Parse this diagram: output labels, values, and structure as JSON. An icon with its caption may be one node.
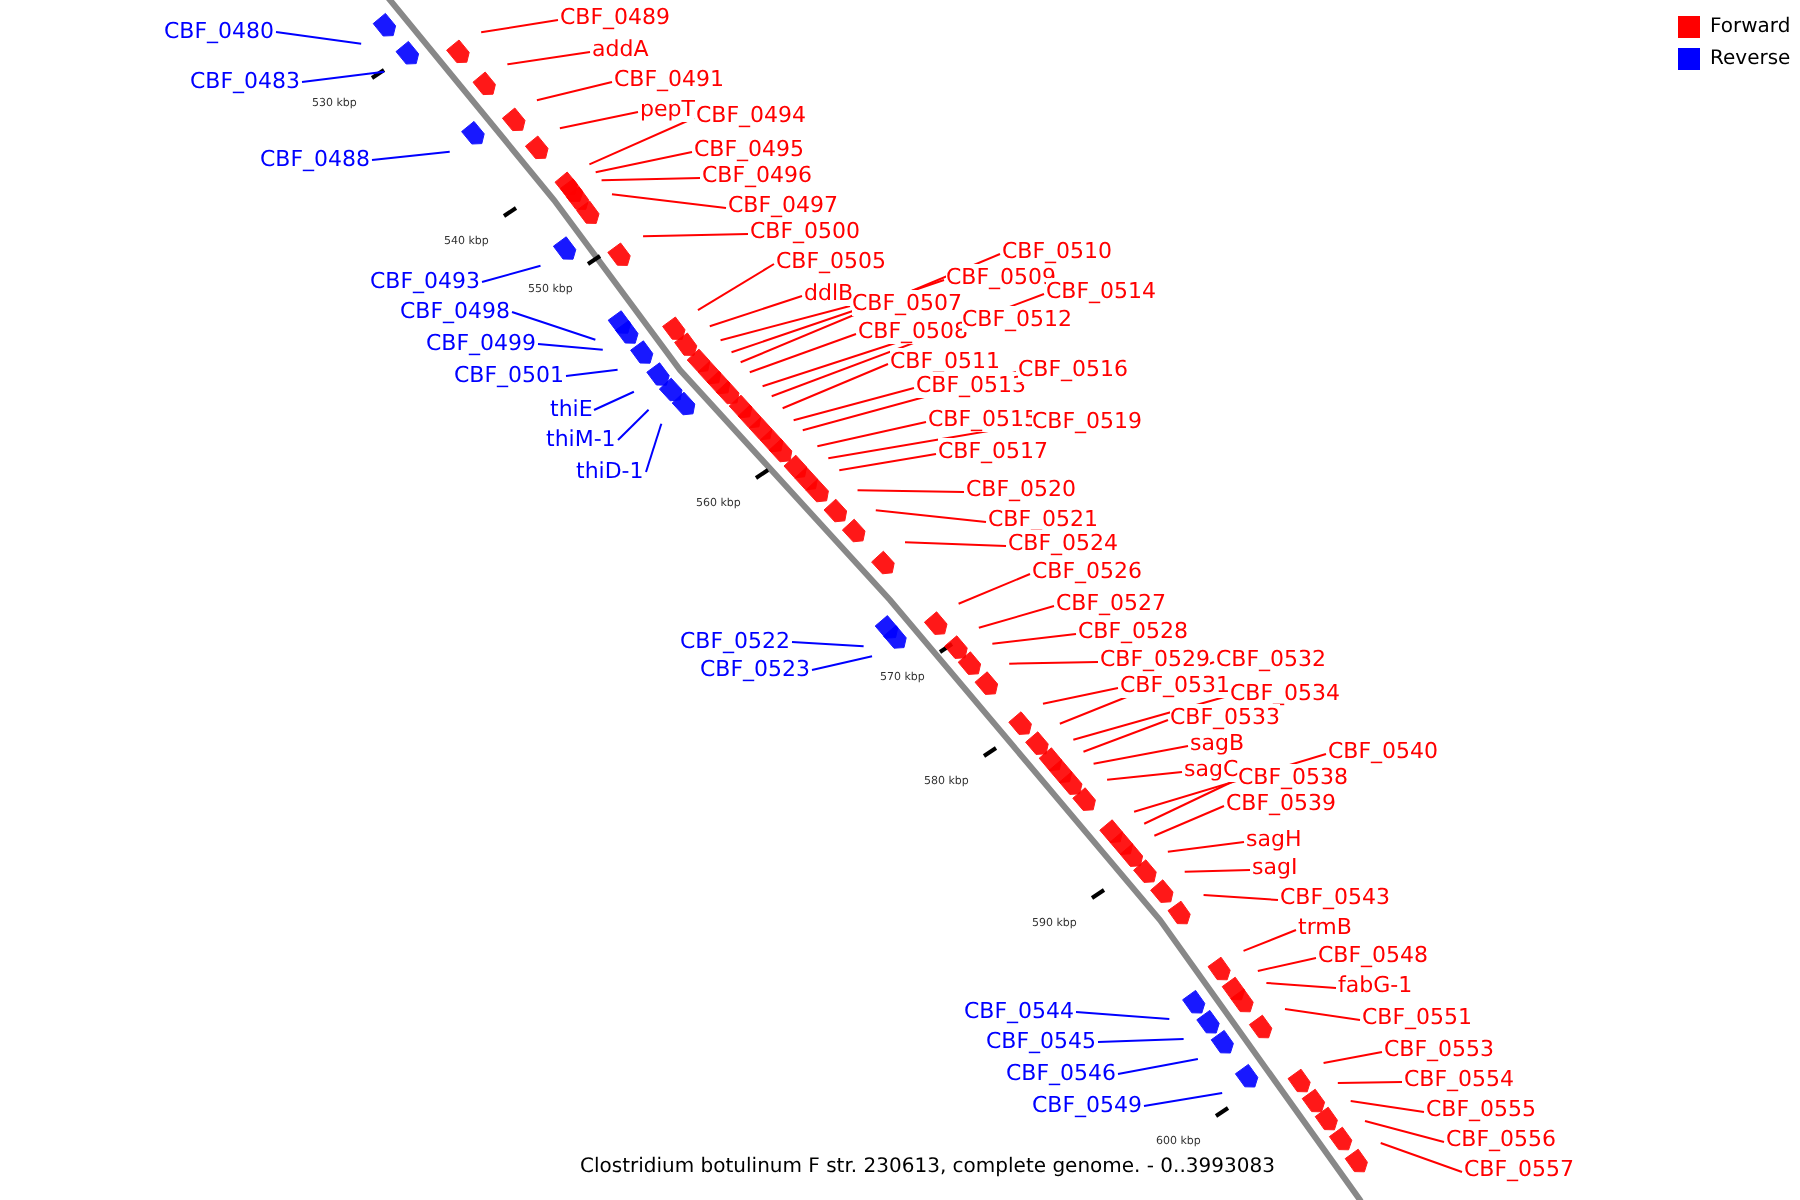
{
  "diagram": {
    "caption": "Clostridium botulinum F str. 230613, complete genome. - 0..3993083",
    "nodes": [
      {
        "text": [
          "CBF_0480"
        ]
      },
      {
        "text": [
          "CBF_0483"
        ]
      },
      {
        "text": [
          "CBF_0488"
        ]
      },
      {
        "text": [
          "CBF_0493"
        ]
      },
      {
        "text": [
          "CBF_0498"
        ]
      },
      {
        "text": [
          "CBF_0499"
        ]
      },
      {
        "text": [
          "CBF_0501"
        ]
      },
      {
        "text": [
          "thiE"
        ]
      },
      {
        "text": [
          "thiM-1"
        ]
      },
      {
        "text": [
          "thiD-1"
        ]
      },
      {
        "text": [
          "CBF_0489"
        ]
      },
      {
        "text": [
          "addA"
        ]
      },
      {
        "text": [
          "CBF_0491"
        ]
      },
      {
        "text": [
          "pepT"
        ]
      },
      {
        "text": [
          "CBF_0494"
        ]
      },
      {
        "text": [
          "CBF_0495"
        ]
      },
      {
        "text": [
          "CBF_0496"
        ]
      },
      {
        "text": [
          "CBF_0497"
        ]
      },
      {
        "text": [
          "CBF_0500"
        ]
      },
      {
        "text": [
          "CBF_0505"
        ]
      },
      {
        "text": [
          "ddlB"
        ]
      },
      {
        "text": [
          "CBF_0507"
        ]
      },
      {
        "text": [
          "CBF_0509"
        ]
      },
      {
        "text": [
          "CBF_0510"
        ]
      },
      {
        "text": [
          "CBF_0508"
        ]
      },
      {
        "text": [
          "CBF_0512"
        ]
      },
      {
        "text": [
          "CBF_0514"
        ]
      },
      {
        "text": [
          "CBF_0511"
        ]
      },
      {
        "text": [
          "CBF_0513"
        ]
      },
      {
        "text": [
          "CBF_0516"
        ]
      },
      {
        "text": [
          "CBF_0515"
        ]
      },
      {
        "text": [
          "CBF_0519"
        ]
      },
      {
        "text": [
          "CBF_0517"
        ]
      },
      {
        "text": [
          "CBF_0520"
        ]
      },
      {
        "text": [
          "CBF_0521"
        ]
      },
      {
        "text": [
          "CBF_0524"
        ]
      },
      {
        "text": [
          "CBF_0526"
        ]
      },
      {
        "text": [
          "CBF_0527"
        ]
      },
      {
        "text": [
          "CBF_0528"
        ]
      },
      {
        "text": [
          "CBF_0529"
        ]
      },
      {
        "text": [
          "CBF_0532"
        ]
      },
      {
        "text": [
          "CBF_0531"
        ]
      },
      {
        "text": [
          "CBF_0534"
        ]
      },
      {
        "text": [
          "CBF_0533"
        ]
      },
      {
        "text": [
          "sagB"
        ]
      },
      {
        "text": [
          "sagC"
        ]
      },
      {
        "text": [
          "CBF_0540"
        ]
      },
      {
        "text": [
          "CBF_0538"
        ]
      },
      {
        "text": [
          "CBF_0539"
        ]
      },
      {
        "text": [
          "sagH"
        ]
      },
      {
        "text": [
          "sagI"
        ]
      },
      {
        "text": [
          "CBF_0543"
        ]
      },
      {
        "text": [
          "trmB"
        ]
      },
      {
        "text": [
          "CBF_0548"
        ]
      },
      {
        "text": [
          "fabG-1"
        ]
      },
      {
        "text": [
          "CBF_0551"
        ]
      },
      {
        "text": [
          "CBF_0553"
        ]
      },
      {
        "text": [
          "CBF_0554"
        ]
      },
      {
        "text": [
          "CBF_0555"
        ]
      },
      {
        "text": [
          "CBF_0556"
        ]
      },
      {
        "text": [
          "CBF_0557"
        ]
      },
      {
        "text": [
          "CBF_0522"
        ]
      },
      {
        "text": [
          "CBF_0523"
        ]
      },
      {
        "text": [
          "CBF_0544"
        ]
      },
      {
        "text": [
          "CBF_0545"
        ]
      },
      {
        "text": [
          "CBF_0546"
        ]
      },
      {
        "text": [
          "CBF_0549"
        ]
      }
    ],
    "edges": [
      {
        "from": 0,
        "to": null,
        "arrow": "none",
        "color": "#0000ff"
      },
      {
        "from": 1,
        "to": null,
        "arrow": "none",
        "color": "#0000ff"
      },
      {
        "from": 2,
        "to": null,
        "arrow": "none",
        "color": "#0000ff"
      },
      {
        "from": 3,
        "to": null,
        "arrow": "none",
        "color": "#0000ff"
      },
      {
        "from": 4,
        "to": null,
        "arrow": "none",
        "color": "#0000ff"
      },
      {
        "from": 5,
        "to": null,
        "arrow": "none",
        "color": "#0000ff"
      },
      {
        "from": 6,
        "to": null,
        "arrow": "none",
        "color": "#0000ff"
      },
      {
        "from": 7,
        "to": null,
        "arrow": "none",
        "color": "#0000ff"
      },
      {
        "from": 8,
        "to": null,
        "arrow": "none",
        "color": "#0000ff"
      },
      {
        "from": 9,
        "to": null,
        "arrow": "none",
        "color": "#0000ff"
      },
      {
        "from": 10,
        "to": null,
        "arrow": "none"
      },
      {
        "from": 11,
        "to": null,
        "arrow": "none"
      },
      {
        "from": 12,
        "to": null,
        "arrow": "none"
      },
      {
        "from": 13,
        "to": null,
        "arrow": "none"
      },
      {
        "from": 14,
        "to": null,
        "arrow": "none"
      },
      {
        "from": 15,
        "to": null,
        "arrow": "none"
      },
      {
        "from": 16,
        "to": null,
        "arrow": "none"
      },
      {
        "from": 17,
        "to": null,
        "arrow": "none"
      },
      {
        "from": 18,
        "to": null,
        "arrow": "none"
      },
      {
        "from": 19,
        "to": null,
        "arrow": "none"
      },
      {
        "from": 20,
        "to": null,
        "arrow": "none"
      },
      {
        "from": 21,
        "to": null,
        "arrow": "none"
      },
      {
        "from": 22,
        "to": null,
        "arrow": "none"
      },
      {
        "from": 23,
        "to": null,
        "arrow": "none"
      },
      {
        "from": 24,
        "to": null,
        "arrow": "none"
      },
      {
        "from": 25,
        "to": null,
        "arrow": "none"
      },
      {
        "from": 26,
        "to": null,
        "arrow": "none"
      },
      {
        "from": 27,
        "to": null,
        "arrow": "none"
      },
      {
        "from": 28,
        "to": null,
        "arrow": "none"
      },
      {
        "from": 29,
        "to": null,
        "arrow": "none"
      },
      {
        "from": 30,
        "to": null,
        "arrow": "none"
      },
      {
        "from": 31,
        "to": null,
        "arrow": "none"
      },
      {
        "from": 32,
        "to": null,
        "arrow": "none"
      },
      {
        "from": 33,
        "to": null,
        "arrow": "none"
      },
      {
        "from": 34,
        "to": null,
        "arrow": "none"
      },
      {
        "from": 35,
        "to": null,
        "arrow": "none"
      },
      {
        "from": 36,
        "to": null,
        "arrow": "none"
      },
      {
        "from": 37,
        "to": null,
        "arrow": "none"
      },
      {
        "from": 38,
        "to": null,
        "arrow": "none"
      },
      {
        "from": 39,
        "to": null,
        "arrow": "none"
      },
      {
        "from": 40,
        "to": null,
        "arrow": "none"
      },
      {
        "from": 41,
        "to": null,
        "arrow": "none"
      },
      {
        "from": 42,
        "to": null,
        "arrow": "none"
      },
      {
        "from": 43,
        "to": null,
        "arrow": "none"
      },
      {
        "from": 44,
        "to": null,
        "arrow": "none"
      },
      {
        "from": 45,
        "to": null,
        "arrow": "none"
      },
      {
        "from": 46,
        "to": null,
        "arrow": "none"
      },
      {
        "from": 47,
        "to": null,
        "arrow": "none"
      },
      {
        "from": 48,
        "to": null,
        "arrow": "none"
      },
      {
        "from": 49,
        "to": null,
        "arrow": "none"
      },
      {
        "from": 50,
        "to": null,
        "arrow": "none"
      },
      {
        "from": 51,
        "to": null,
        "arrow": "none"
      },
      {
        "from": 52,
        "to": null,
        "arrow": "none"
      },
      {
        "from": 53,
        "to": null,
        "arrow": "none"
      },
      {
        "from": 54,
        "to": null,
        "arrow": "none"
      },
      {
        "from": 55,
        "to": null,
        "arrow": "none"
      },
      {
        "from": 56,
        "to": null,
        "arrow": "none"
      },
      {
        "from": 57,
        "to": null,
        "arrow": "none"
      },
      {
        "from": 58,
        "to": null,
        "arrow": "none"
      },
      {
        "from": 59,
        "to": null,
        "arrow": "none"
      },
      {
        "from": 60,
        "to": null,
        "arrow": "none"
      },
      {
        "from": 61,
        "to": null,
        "arrow": "none",
        "color": "#0000ff"
      },
      {
        "from": 62,
        "to": null,
        "arrow": "none",
        "color": "#0000ff"
      },
      {
        "from": 63,
        "to": null,
        "arrow": "none",
        "color": "#0000ff"
      },
      {
        "from": 64,
        "to": null,
        "arrow": "none",
        "color": "#0000ff"
      },
      {
        "from": 65,
        "to": null,
        "arrow": "none",
        "color": "#0000ff"
      },
      {
        "from": 66,
        "to": null,
        "arrow": "none",
        "color": "#0000ff"
      }
    ],
    "labels": [
      "530 kbp",
      "540 kbp",
      "550 kbp",
      "560 kbp",
      "570 kbp",
      "580 kbp",
      "590 kbp",
      "600 kbp"
    ],
    "legend": [
      {
        "text": "Forward",
        "color": "#ff0000"
      },
      {
        "text": "Reverse",
        "color": "#0000ff"
      }
    ]
  }
}
